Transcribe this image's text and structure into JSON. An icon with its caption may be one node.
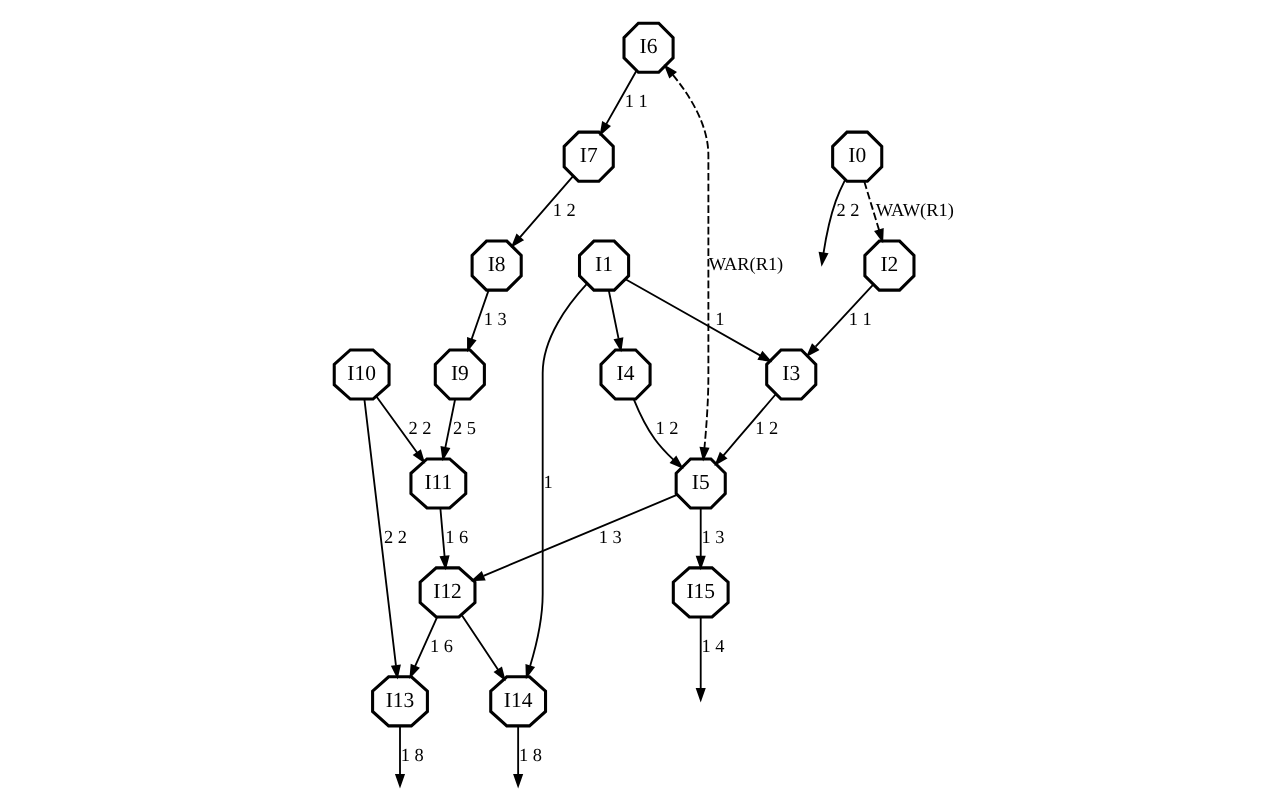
{
  "diagram": {
    "nodes": [
      {
        "text": [
          "I0"
        ]
      },
      {
        "text": [
          "I1"
        ]
      },
      {
        "text": [
          "I2"
        ]
      },
      {
        "text": [
          "I3"
        ]
      },
      {
        "text": [
          "I4"
        ]
      },
      {
        "text": [
          "I5"
        ]
      },
      {
        "text": [
          "I6"
        ]
      },
      {
        "text": [
          "I7"
        ]
      },
      {
        "text": [
          "I8"
        ]
      },
      {
        "text": [
          "I9"
        ]
      },
      {
        "text": [
          "I10"
        ]
      },
      {
        "text": [
          "I11"
        ]
      },
      {
        "text": [
          "I12"
        ]
      },
      {
        "text": [
          "I13"
        ]
      },
      {
        "text": [
          "I14"
        ]
      },
      {
        "text": [
          "I15"
        ]
      }
    ],
    "edges": [
      {
        "from": 0,
        "to": 2,
        "arrow": "to",
        "label": "WAW(R1)",
        "style": "dashed"
      },
      {
        "from": 0,
        "to": null,
        "arrow": "to",
        "label": "2 2"
      },
      {
        "from": 1,
        "to": 3,
        "arrow": "to",
        "label": "1"
      },
      {
        "from": 1,
        "to": 4,
        "arrow": "to"
      },
      {
        "from": 1,
        "to": 14,
        "arrow": "to",
        "label": "1"
      },
      {
        "from": 2,
        "to": 3,
        "arrow": "to",
        "label": "1 1"
      },
      {
        "from": 3,
        "to": 5,
        "arrow": "to",
        "label": "1 2"
      },
      {
        "from": 4,
        "to": 5,
        "arrow": "to",
        "label": "1 2"
      },
      {
        "from": 14,
        "to": null,
        "arrow": "to",
        "label": "1 8"
      },
      {
        "from": 6,
        "to": 5,
        "arrow": "both",
        "label": "WAR(R1)",
        "style": "dashed"
      },
      {
        "from": 5,
        "to": 15,
        "arrow": "to",
        "label": "1 3"
      },
      {
        "from": 5,
        "to": 12,
        "arrow": "to",
        "label": "1 3"
      },
      {
        "from": 15,
        "to": null,
        "arrow": "to",
        "label": "1 4"
      },
      {
        "from": 12,
        "to": 14,
        "arrow": "to"
      },
      {
        "from": 6,
        "to": 7,
        "arrow": "to",
        "label": "1 1"
      },
      {
        "from": 7,
        "to": 8,
        "arrow": "to",
        "label": "1 2"
      },
      {
        "from": 8,
        "to": 9,
        "arrow": "to",
        "label": "1 3"
      },
      {
        "from": 9,
        "to": 11,
        "arrow": "to",
        "label": "2 5"
      },
      {
        "from": 11,
        "to": 12,
        "arrow": "to",
        "label": "1 6"
      },
      {
        "from": 10,
        "to": 11,
        "arrow": "to",
        "label": "2 2"
      },
      {
        "from": 10,
        "to": 13,
        "arrow": "to",
        "label": "2 2"
      },
      {
        "from": 13,
        "to": null,
        "arrow": "to",
        "label": "1 8"
      },
      {
        "from": 12,
        "to": 13,
        "arrow": "to",
        "label": "1 6"
      }
    ]
  }
}
